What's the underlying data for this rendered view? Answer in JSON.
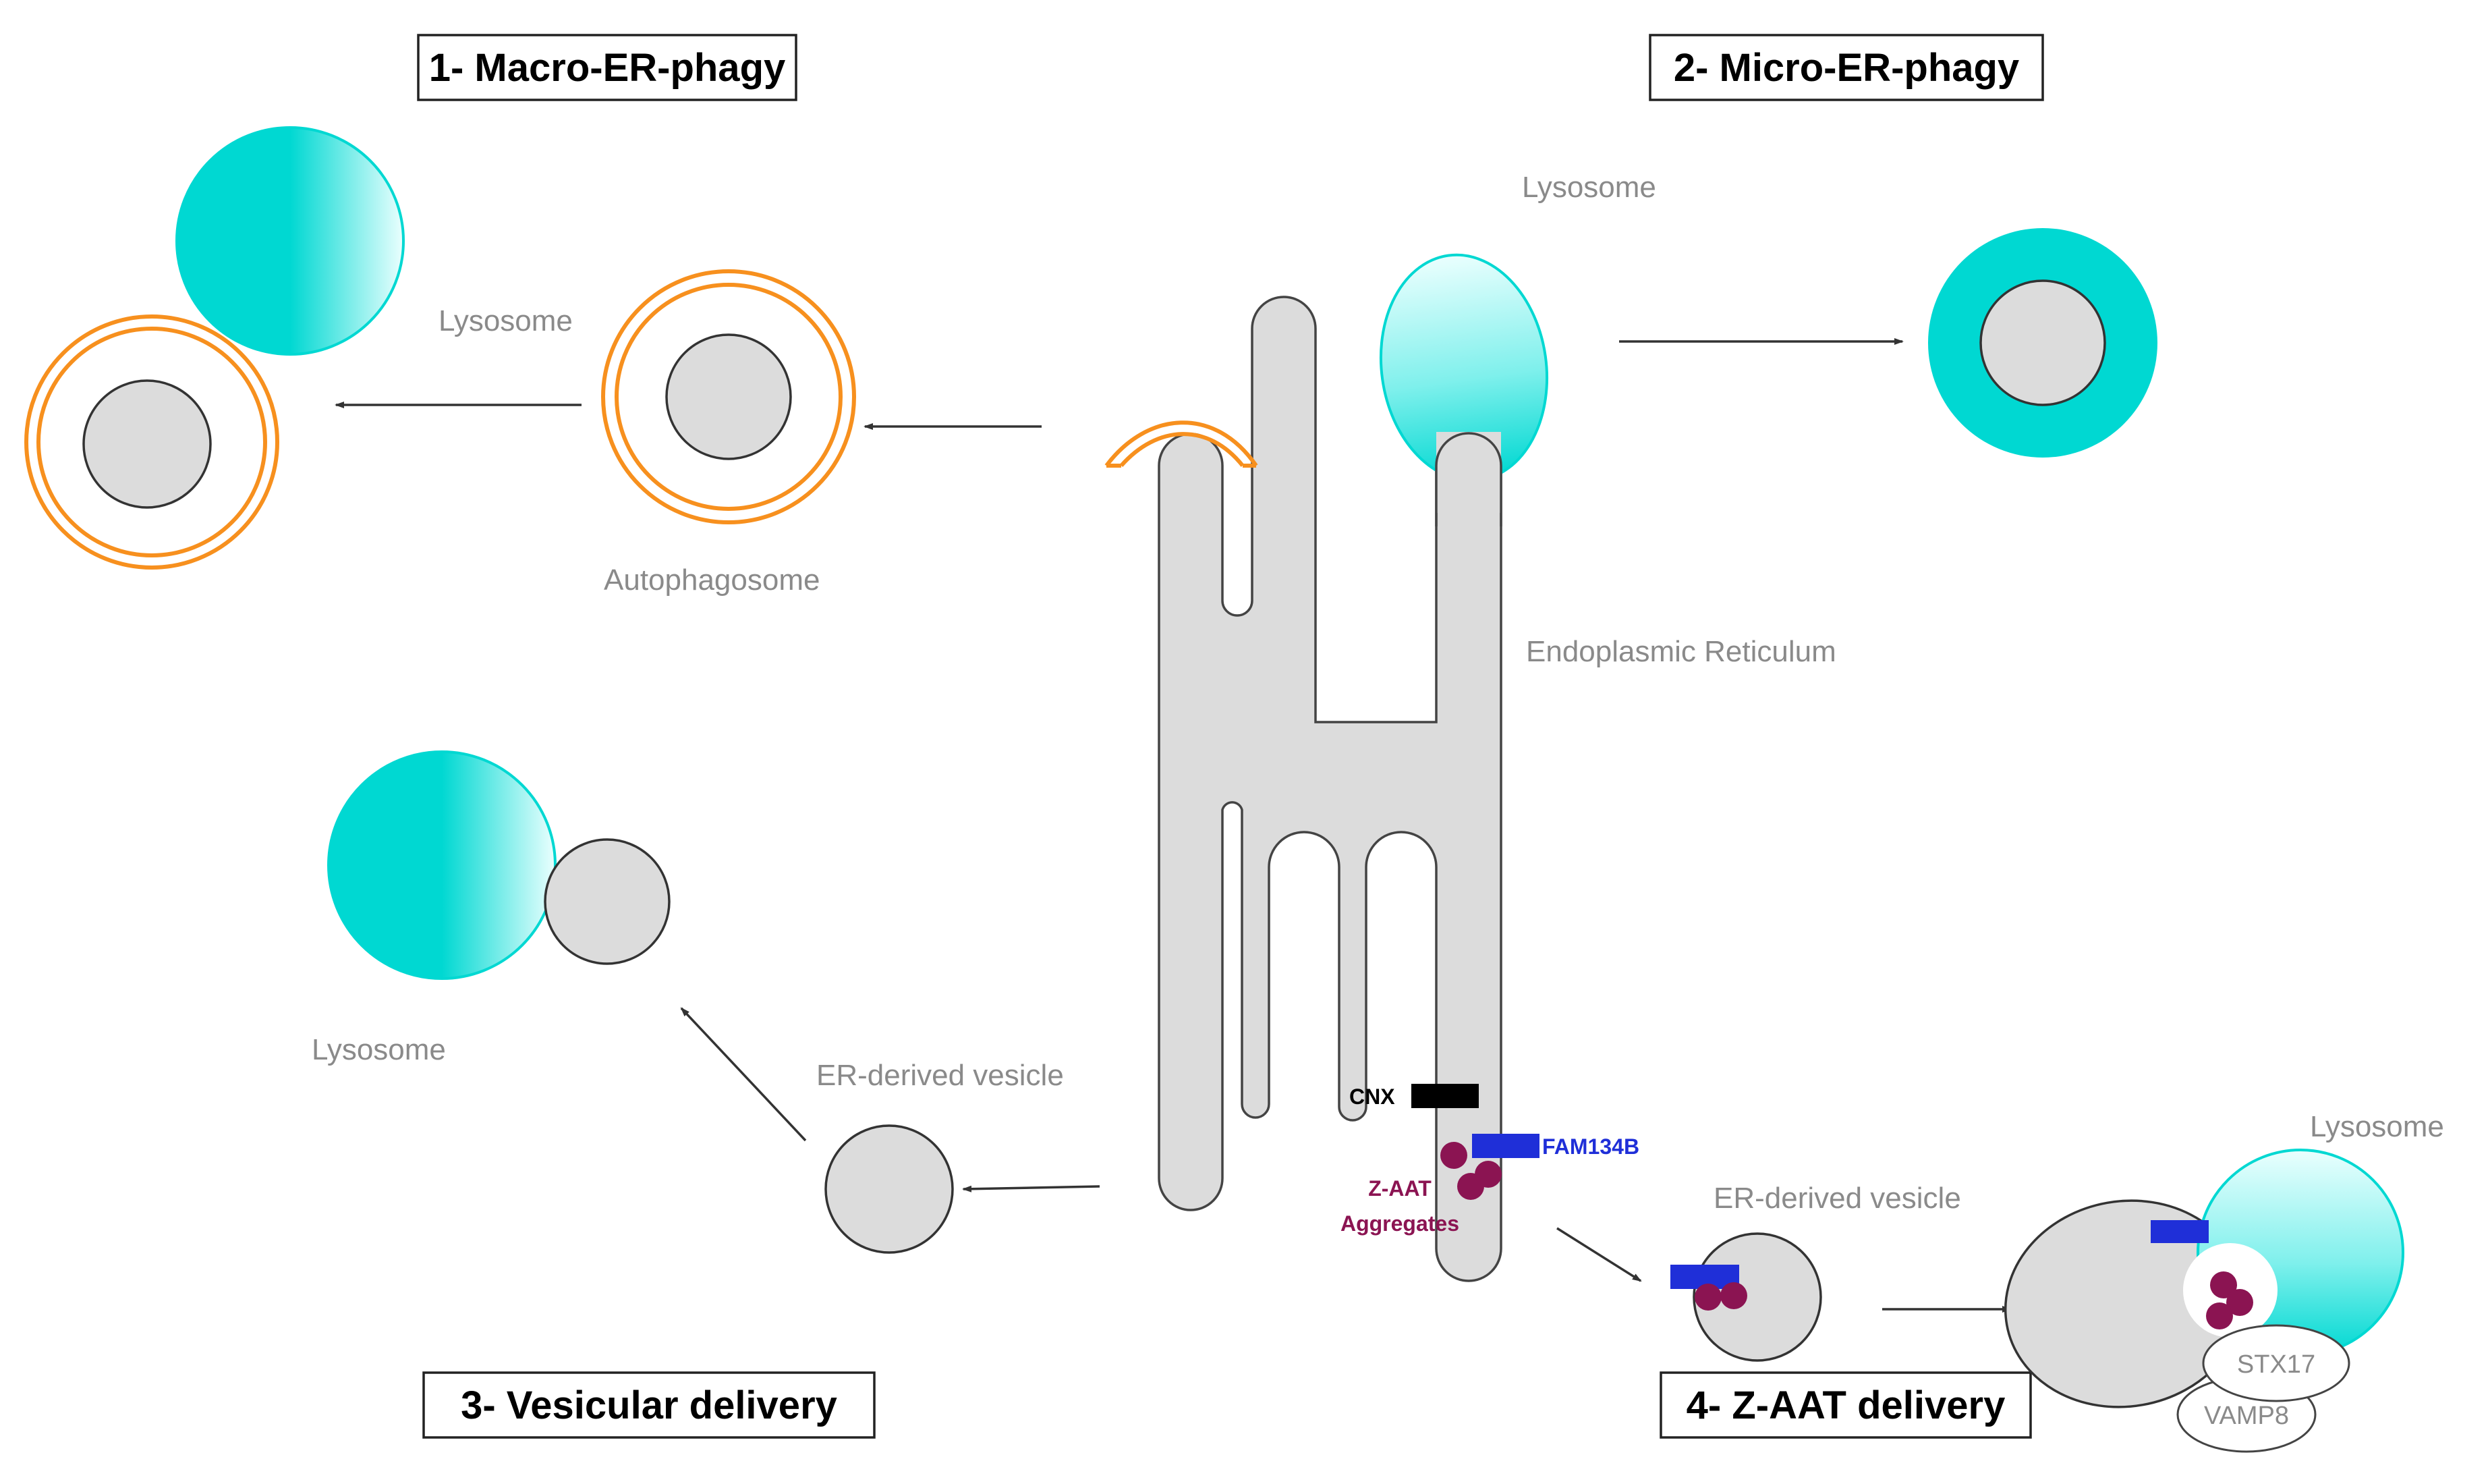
{
  "titles": {
    "macro": "1- Macro-ER-phagy",
    "micro": "2- Micro-ER-phagy",
    "vesicular": "3- Vesicular delivery",
    "zaat": "4- Z-AAT delivery"
  },
  "labels": {
    "lysosome_macro": "Lysosome",
    "autophagosome": "Autophagosome",
    "lysosome_micro": "Lysosome",
    "er": "Endoplasmic Reticulum",
    "lysosome_vesicular": "Lysosome",
    "er_vesicle_left": "ER-derived vesicle",
    "er_vesicle_right": "ER-derived vesicle",
    "lysosome_zaat": "Lysosome",
    "cnx": "CNX",
    "fam134b": "FAM134B",
    "zaat_line1": "Z-AAT",
    "zaat_line2": "Aggregates",
    "stx17": "STX17",
    "vamp8": "VAMP8"
  },
  "colors": {
    "lysosome": "#00d8d2",
    "autophagosome": "#f7901e",
    "membrane_grey": "#dcdcdc",
    "fam134b": "#1f2fd8",
    "cnx": "#000000",
    "zaat": "#8b1452"
  }
}
